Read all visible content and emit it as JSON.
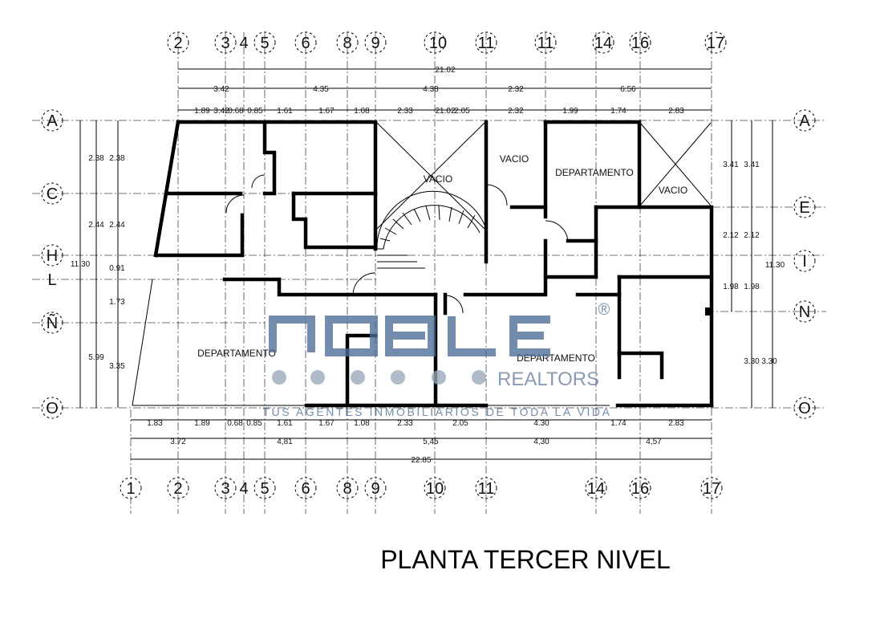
{
  "title": "PLANTA TERCER NIVEL",
  "grid": {
    "top": [
      "2",
      "3",
      "4",
      "5",
      "6",
      "8",
      "9",
      "10",
      "11",
      "11",
      "14",
      "16",
      "17"
    ],
    "bottom": [
      "1",
      "2",
      "3",
      "4",
      "5",
      "6",
      "8",
      "9",
      "10",
      "11",
      "14",
      "16",
      "17"
    ],
    "left": [
      "A",
      "C",
      "H",
      "L",
      "Ñ",
      "O"
    ],
    "right": [
      "A",
      "E",
      "I",
      "N",
      "O"
    ]
  },
  "dims": {
    "top_total": "21.02",
    "top_row2": [
      "3.42",
      "4.35",
      "4.38",
      "2.32",
      "6.56"
    ],
    "top_row3": [
      "1.89",
      "3.42",
      "0.68",
      "0.85",
      "1.61",
      "1.67",
      "1.08",
      "2.33",
      "21.02",
      "2.05",
      "2.32",
      "1.99",
      "1.74",
      "2.83"
    ],
    "bottom_row1": [
      "1.83",
      "1.89",
      "0.68",
      "0.85",
      "1.61",
      "1.67",
      "1.08",
      "2.33",
      "2.05",
      "4.30",
      "1.74",
      "2.83"
    ],
    "bottom_row2": [
      "3.72",
      "4,81",
      "5,45",
      "4,30",
      "4,57"
    ],
    "bottom_total": "22.85",
    "left_total": "11.30",
    "left_a": [
      "2.38",
      "2.38",
      "2.44",
      "2.44",
      "0.91",
      "1.73",
      "3.35"
    ],
    "left_b": "5.99",
    "right_total": "11.30",
    "right_a": [
      "3.41",
      "3.41",
      "2.12",
      "2.12",
      "1.98",
      "1.98",
      "3.30",
      "3.30"
    ]
  },
  "rooms": {
    "vacio1": "VACIO",
    "vacio2": "VACIO",
    "vacio3": "VACIO",
    "dept1": "DEPARTAMENTO",
    "dept2": "DEPARTAMENTO",
    "dept3": "DEPARTAMENTO"
  },
  "watermark": {
    "brand": "NOBLE",
    "registered": "®",
    "sub": "REALTORS",
    "tagline": "TUS AGENTES INMOBILIARIOS DE TODA LA VIDA",
    "brand_color": "#4a6c97"
  }
}
